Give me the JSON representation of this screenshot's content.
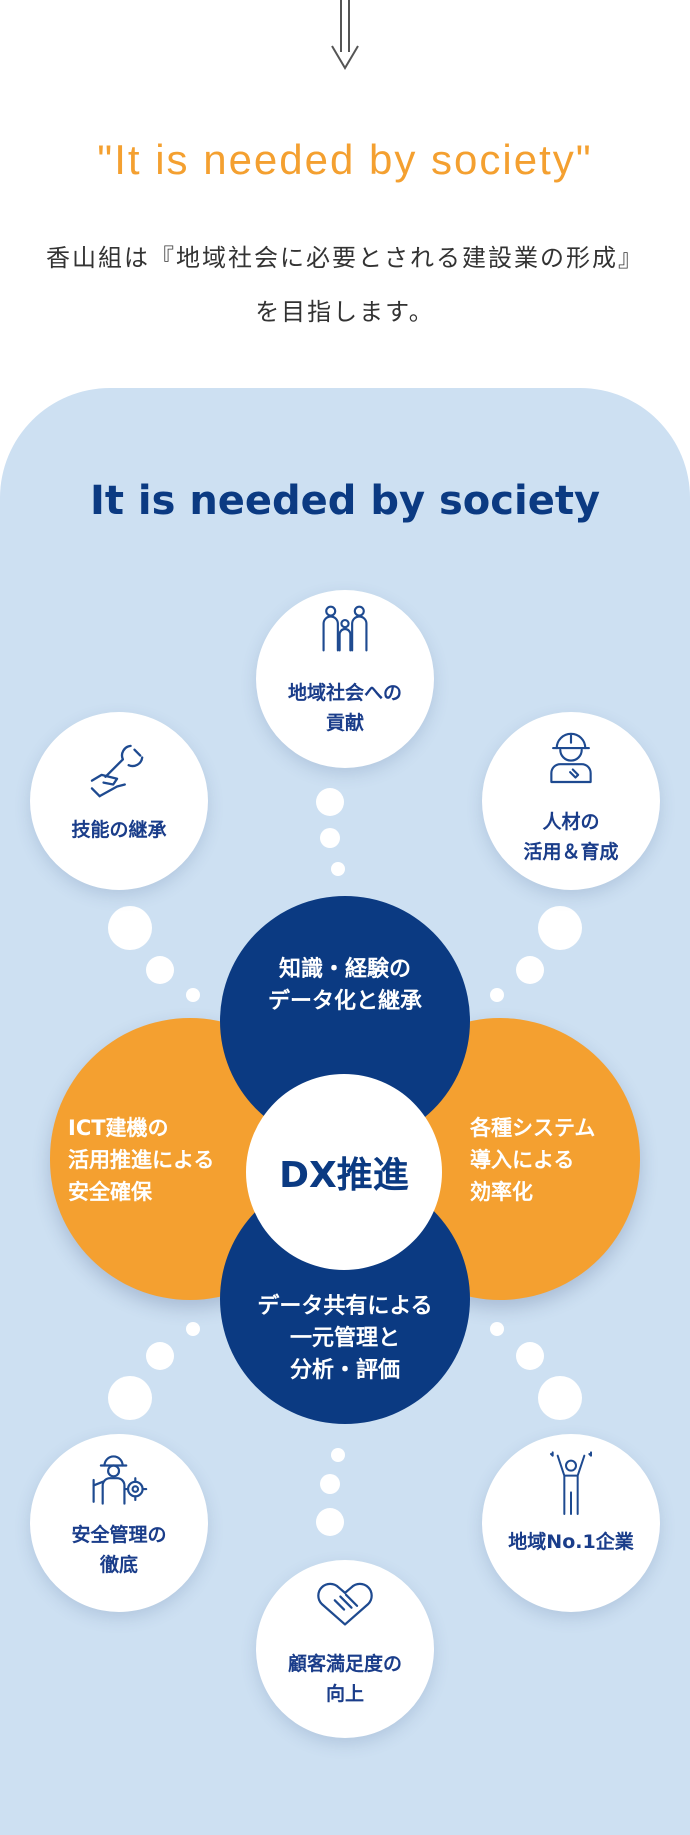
{
  "colors": {
    "accent_orange": "#f4a030",
    "navy": "#0b3a82",
    "text_blue": "#1a3d8a",
    "panel_blue": "#cde0f2",
    "icon_blue": "#1e4a90"
  },
  "header": {
    "headline": "\"It is needed by society\"",
    "intro_line1": "香山組は『地域社会に必要とされる建設業の形成』",
    "intro_line2": "を目指します。"
  },
  "panel": {
    "title": "It is needed by society"
  },
  "outer_circles": [
    {
      "label": "地域社会への\n貢献",
      "icon": "family-icon"
    },
    {
      "label": "技能の継承",
      "icon": "wrench-hand-icon"
    },
    {
      "label": "人材の\n活用＆育成",
      "icon": "worker-helmet-icon"
    },
    {
      "label": "安全管理の\n徹底",
      "icon": "safety-worker-gear-icon"
    },
    {
      "label": "顧客満足度の\n向上",
      "icon": "handshake-icon"
    },
    {
      "label": "地域No.1企業",
      "icon": "celebrating-person-icon"
    }
  ],
  "core": {
    "top": "知識・経験の\nデータ化と継承",
    "bottom": "データ共有による\n一元管理と\n分析・評価",
    "left": "ICT建機の\n活用推進による\n安全確保",
    "right": "各種システム\n導入による\n効率化",
    "center": "DX推進"
  }
}
